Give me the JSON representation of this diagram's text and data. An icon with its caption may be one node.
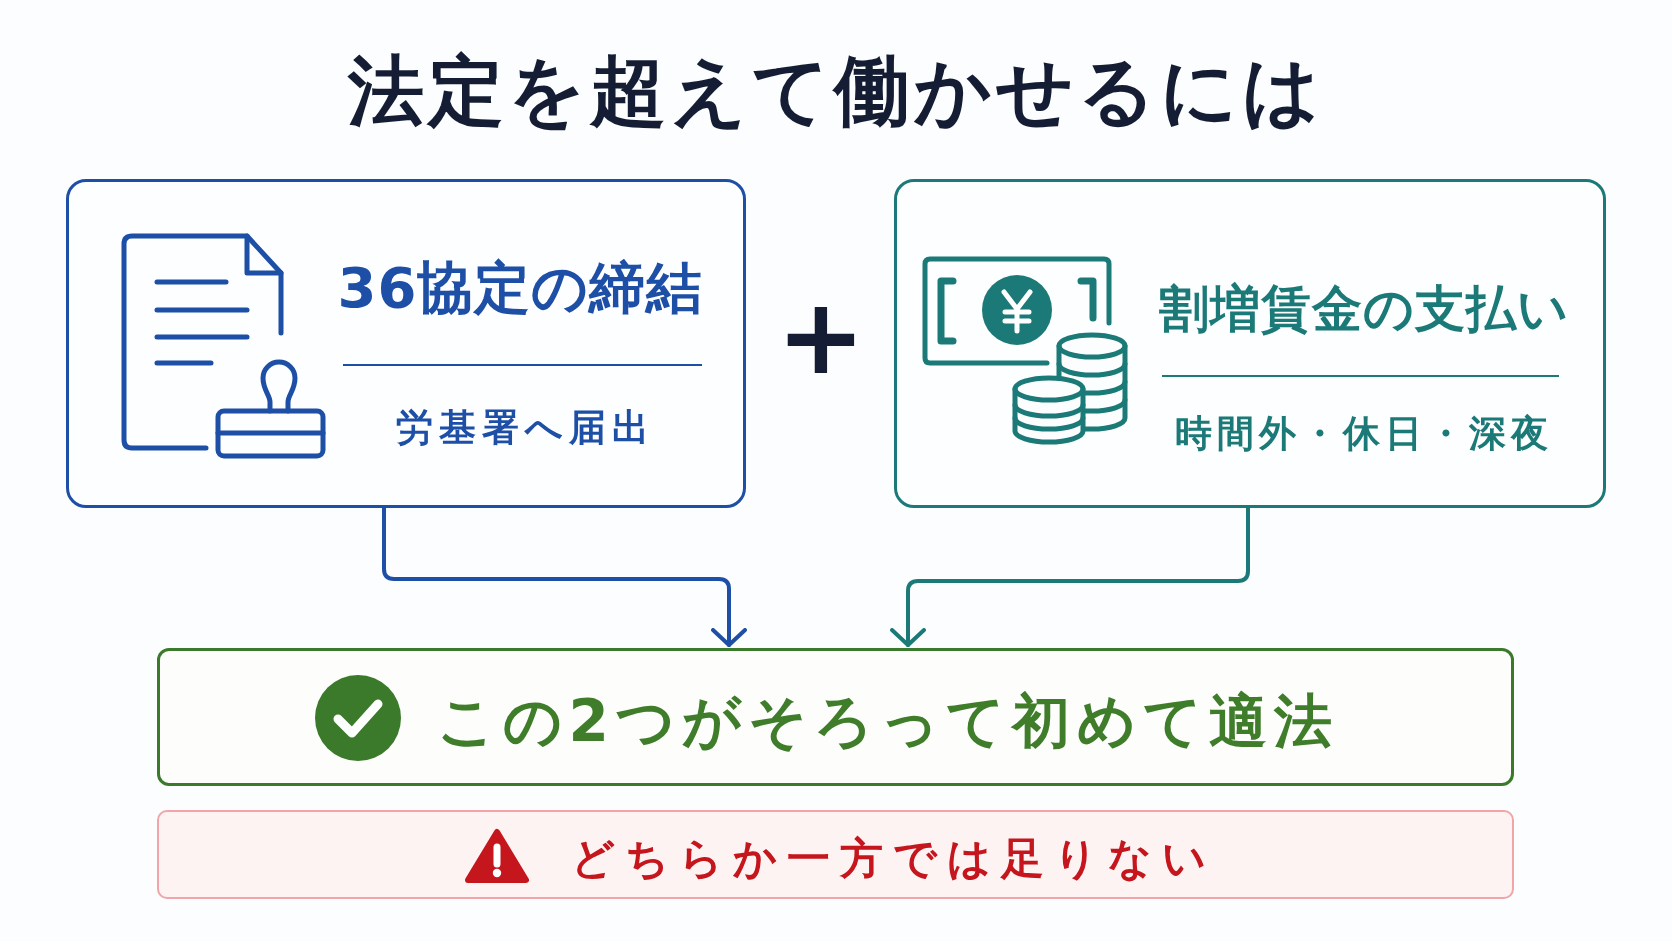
{
  "diagram": {
    "title": "法定を超えて働かせるには",
    "nodes": [
      {
        "text": [
          "36協定の締結",
          "労基署へ届出"
        ]
      },
      {
        "text": [
          "割増賃金の支払い",
          "時間外・休日・深夜"
        ]
      },
      {
        "text": [
          "この2つがそろって初めて適法"
        ]
      },
      {
        "text": [
          "どちらか一方では足りない"
        ]
      }
    ],
    "edges": [
      {
        "from": 0,
        "to": 2,
        "arrow": "to",
        "color": "#1d4fa6"
      },
      {
        "from": 1,
        "to": 2,
        "arrow": "to",
        "color": "#1b7a78"
      }
    ],
    "labels": [
      "+"
    ]
  }
}
